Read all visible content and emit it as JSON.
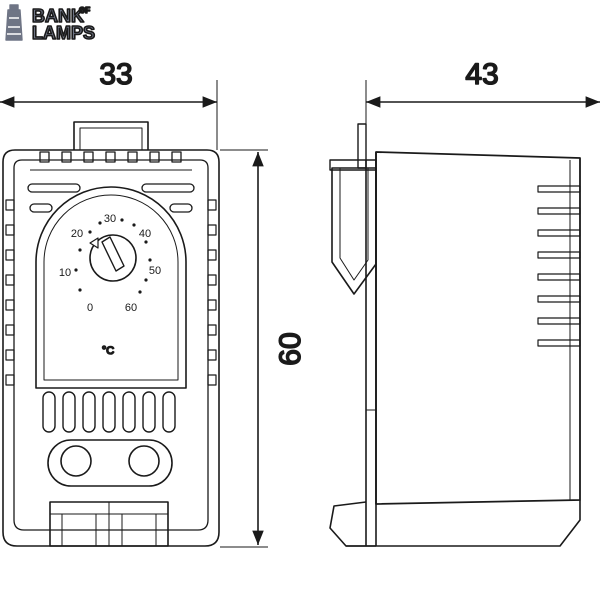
{
  "logo": {
    "line1": "BANK",
    "of": "OF",
    "line2": "LAMPS",
    "color": "#6f7585"
  },
  "dimensions": {
    "width": "33",
    "depth": "43",
    "height": "60"
  },
  "dial": {
    "scale": [
      "0",
      "10",
      "20",
      "30",
      "40",
      "50",
      "60"
    ],
    "unit": "°C"
  },
  "colors": {
    "line": "#1a1a1a",
    "background": "#ffffff"
  }
}
